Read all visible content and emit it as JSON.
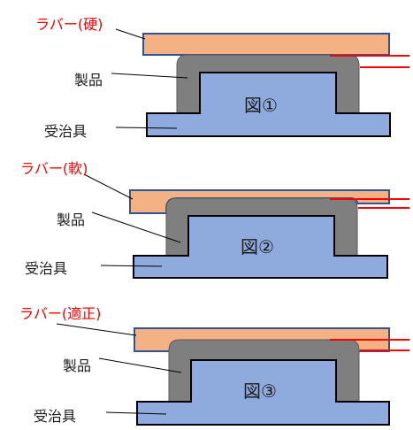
{
  "colors": {
    "rubber_fill": "#f4b183",
    "rubber_stroke": "#2f5597",
    "product": "#7f7f7f",
    "fixture_fill": "#8faadc",
    "outline": "#000000",
    "leader": "#000000",
    "red_label": "#ff0000",
    "gap_marks": "#ff0000"
  },
  "panels": [
    {
      "rubber_label": "ラバー(硬)",
      "product_label": "製品",
      "fixture_label": "受治具",
      "figure_label": "図①"
    },
    {
      "rubber_label": "ラバー(軟)",
      "product_label": "製品",
      "fixture_label": "受治具",
      "figure_label": "図②"
    },
    {
      "rubber_label": "ラバー(適正)",
      "product_label": "製品",
      "fixture_label": "受治具",
      "figure_label": "図③"
    }
  ]
}
